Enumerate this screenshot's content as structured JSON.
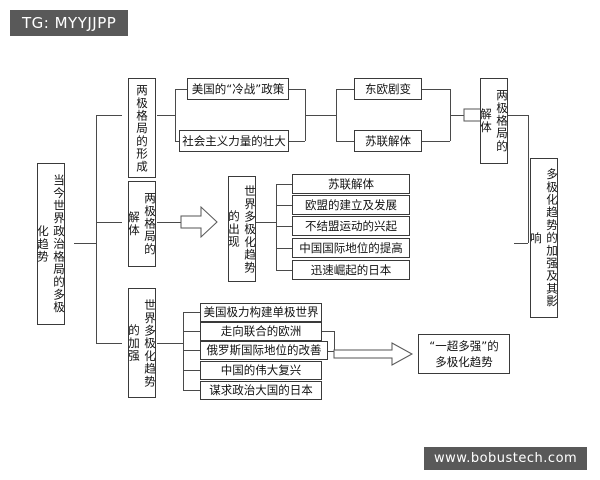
{
  "meta": {
    "tag_label": "TG: MYYJJPP",
    "watermark": "www.bobustech.com"
  },
  "diagram": {
    "title": "当今世界政治格局的多极化趋势",
    "root": {
      "label": "当今世界政治格局的多极化趋势",
      "orientation": "vertical"
    },
    "branches": [
      {
        "id": "branch-formation",
        "label": "两极格局的形成",
        "orientation": "vertical",
        "causes": [
          {
            "id": "cause-cold-war-policy",
            "label": "美国的“冷战”政策"
          },
          {
            "id": "cause-socialist-strength",
            "label": "社会主义力量的壮大"
          }
        ],
        "events": [
          {
            "id": "event-eastern-europe-upheaval",
            "label": "东欧剧变"
          },
          {
            "id": "event-soviet-dissolution",
            "label": "苏联解体"
          }
        ],
        "result": {
          "id": "result-bipolar-collapse",
          "label": "两极格局的解体",
          "orientation": "vertical"
        }
      },
      {
        "id": "branch-disintegration",
        "label": "两极格局的解体",
        "orientation": "vertical",
        "outcome": {
          "id": "outcome-multipolar-emergence",
          "label": "世界多极化趋势的出现",
          "orientation": "vertical"
        },
        "factors": [
          {
            "id": "factor-soviet-dissolution",
            "label": "苏联解体"
          },
          {
            "id": "factor-eu-founding",
            "label": "欧盟的建立及发展"
          },
          {
            "id": "factor-non-aligned-movement",
            "label": "不结盟运动的兴起"
          },
          {
            "id": "factor-china-status",
            "label": "中国国际地位的提高"
          },
          {
            "id": "factor-japan-rise",
            "label": "迅速崛起的日本"
          }
        ]
      },
      {
        "id": "branch-strengthening",
        "label": "世界多极化趋势的加强",
        "orientation": "vertical",
        "factors": [
          {
            "id": "factor-us-unipolar",
            "label": "美国极力构建单极世界"
          },
          {
            "id": "factor-europe-union",
            "label": "走向联合的欧洲"
          },
          {
            "id": "factor-russia-status",
            "label": "俄罗斯国际地位的改善"
          },
          {
            "id": "factor-china-revival",
            "label": "中国的伟大复兴"
          },
          {
            "id": "factor-japan-political",
            "label": "谋求政治大国的日本"
          }
        ],
        "result": {
          "id": "result-one-super-many-strong",
          "label_line1": "“一超多强”的",
          "label_line2": "多极化趋势"
        }
      }
    ],
    "conclusion": {
      "id": "conclusion-impact",
      "label": "多极化趋势的加强及其影响",
      "orientation": "vertical"
    }
  }
}
